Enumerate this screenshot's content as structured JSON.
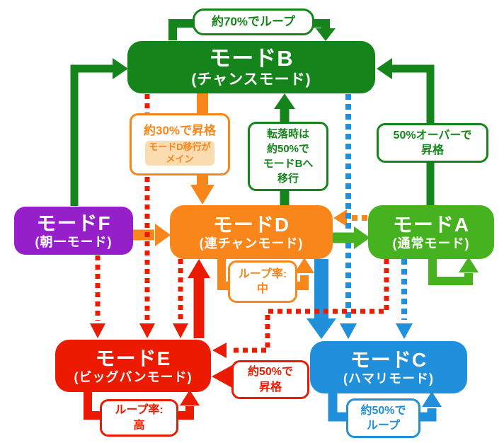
{
  "nodes": {
    "b": {
      "title": "モードB",
      "subtitle": "(チャンスモード)",
      "color": "#15851B"
    },
    "f": {
      "title": "モードF",
      "subtitle": "(朝一モード)",
      "color": "#951FC9"
    },
    "d": {
      "title": "モードD",
      "subtitle": "(連チャンモード)",
      "color": "#F8861B"
    },
    "a": {
      "title": "モードA",
      "subtitle": "(通常モード)",
      "color": "#47B220"
    },
    "e": {
      "title": "モードE",
      "subtitle": "(ビッグバンモード)",
      "color": "#EC1A00"
    },
    "c": {
      "title": "モードC",
      "subtitle": "(ハマリモード)",
      "color": "#2090DC"
    }
  },
  "labels": {
    "loop_b": "約70%でループ",
    "promo_b_to_d": "約30%で昇格",
    "promo_b_to_d_note": "モードD移行が\nメイン",
    "fall_d_to_b": "転落時は\n約50%で\nモードBへ\n移行",
    "promo_a_to_b": "50%オーバーで\n昇格",
    "loop_d": "ループ率:\n中",
    "promo_c_to_e": "約50%で\n昇格",
    "loop_e": "ループ率:\n高",
    "loop_c": "約50%で\nループ"
  },
  "edges": [
    {
      "from": "モードF",
      "to": "モードB",
      "style": "solid",
      "color": "#15851B"
    },
    {
      "from": "モードA",
      "to": "モードB",
      "style": "solid",
      "color": "#15851B",
      "label": "50%オーバーで昇格"
    },
    {
      "from": "モードB",
      "to": "モードB",
      "style": "solid",
      "color": "#15851B",
      "label": "約70%でループ"
    },
    {
      "from": "モードD",
      "to": "モードB",
      "style": "solid",
      "color": "#15851B",
      "label": "転落時は約50%でモードBへ移行"
    },
    {
      "from": "モードB",
      "to": "モードD",
      "style": "solid",
      "color": "#F8861B",
      "label": "約30%で昇格 モードD移行がメイン"
    },
    {
      "from": "モードF",
      "to": "モードD",
      "style": "solid",
      "color": "#F8861B"
    },
    {
      "from": "モードD",
      "to": "モードD",
      "style": "solid",
      "color": "#F8861B",
      "label": "ループ率:中"
    },
    {
      "from": "モードA",
      "to": "モードD",
      "style": "dashed",
      "color": "#F8861B"
    },
    {
      "from": "モードD",
      "to": "モードA",
      "style": "solid",
      "color": "#47B220"
    },
    {
      "from": "モードA",
      "to": "モードA",
      "style": "solid",
      "color": "#47B220"
    },
    {
      "from": "モードD",
      "to": "モードC",
      "style": "solid",
      "color": "#2090DC"
    },
    {
      "from": "モードB",
      "to": "モードC",
      "style": "dashed",
      "color": "#2090DC"
    },
    {
      "from": "モードA",
      "to": "モードC",
      "style": "dashed",
      "color": "#2090DC"
    },
    {
      "from": "モードC",
      "to": "モードC",
      "style": "solid",
      "color": "#2090DC",
      "label": "約50%でループ"
    },
    {
      "from": "モードE",
      "to": "モードD",
      "style": "solid",
      "color": "#EC1A00"
    },
    {
      "from": "モードC",
      "to": "モードE",
      "style": "solid",
      "color": "#EC1A00",
      "label": "約50%で昇格"
    },
    {
      "from": "モードE",
      "to": "モードE",
      "style": "solid",
      "color": "#EC1A00",
      "label": "ループ率:高"
    },
    {
      "from": "モードB",
      "to": "モードE",
      "style": "dashed",
      "color": "#EC1A00"
    },
    {
      "from": "モードD",
      "to": "モードE",
      "style": "dashed",
      "color": "#EC1A00"
    },
    {
      "from": "モードF",
      "to": "モードE",
      "style": "dashed",
      "color": "#EC1A00"
    },
    {
      "from": "モードA",
      "to": "モードE",
      "style": "dashed",
      "color": "#EC1A00"
    }
  ]
}
